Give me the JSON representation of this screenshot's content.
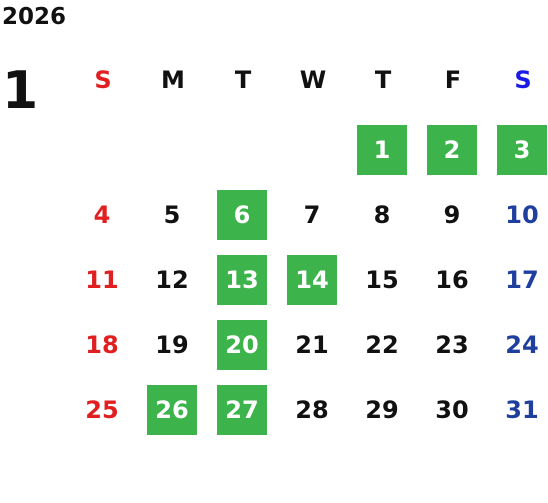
{
  "year": "2026",
  "month": "1",
  "colors": {
    "sunday": "#e02020",
    "saturday_header": "#1a1ae6",
    "saturday": "#1e3f9e",
    "weekday": "#111111",
    "highlight": "#3cb44b"
  },
  "weekdays": [
    "S",
    "M",
    "T",
    "W",
    "T",
    "F",
    "S"
  ],
  "weeks": [
    [
      {
        "day": "",
        "marked": false
      },
      {
        "day": "",
        "marked": false
      },
      {
        "day": "",
        "marked": false
      },
      {
        "day": "",
        "marked": false
      },
      {
        "day": "1",
        "marked": true
      },
      {
        "day": "2",
        "marked": true
      },
      {
        "day": "3",
        "marked": true
      }
    ],
    [
      {
        "day": "4",
        "marked": false
      },
      {
        "day": "5",
        "marked": false
      },
      {
        "day": "6",
        "marked": true
      },
      {
        "day": "7",
        "marked": false
      },
      {
        "day": "8",
        "marked": false
      },
      {
        "day": "9",
        "marked": false
      },
      {
        "day": "10",
        "marked": false
      }
    ],
    [
      {
        "day": "11",
        "marked": false
      },
      {
        "day": "12",
        "marked": false
      },
      {
        "day": "13",
        "marked": true
      },
      {
        "day": "14",
        "marked": true
      },
      {
        "day": "15",
        "marked": false
      },
      {
        "day": "16",
        "marked": false
      },
      {
        "day": "17",
        "marked": false
      }
    ],
    [
      {
        "day": "18",
        "marked": false
      },
      {
        "day": "19",
        "marked": false
      },
      {
        "day": "20",
        "marked": true
      },
      {
        "day": "21",
        "marked": false
      },
      {
        "day": "22",
        "marked": false
      },
      {
        "day": "23",
        "marked": false
      },
      {
        "day": "24",
        "marked": false
      }
    ],
    [
      {
        "day": "25",
        "marked": false
      },
      {
        "day": "26",
        "marked": true
      },
      {
        "day": "27",
        "marked": true
      },
      {
        "day": "28",
        "marked": false
      },
      {
        "day": "29",
        "marked": false
      },
      {
        "day": "30",
        "marked": false
      },
      {
        "day": "31",
        "marked": false
      }
    ]
  ]
}
